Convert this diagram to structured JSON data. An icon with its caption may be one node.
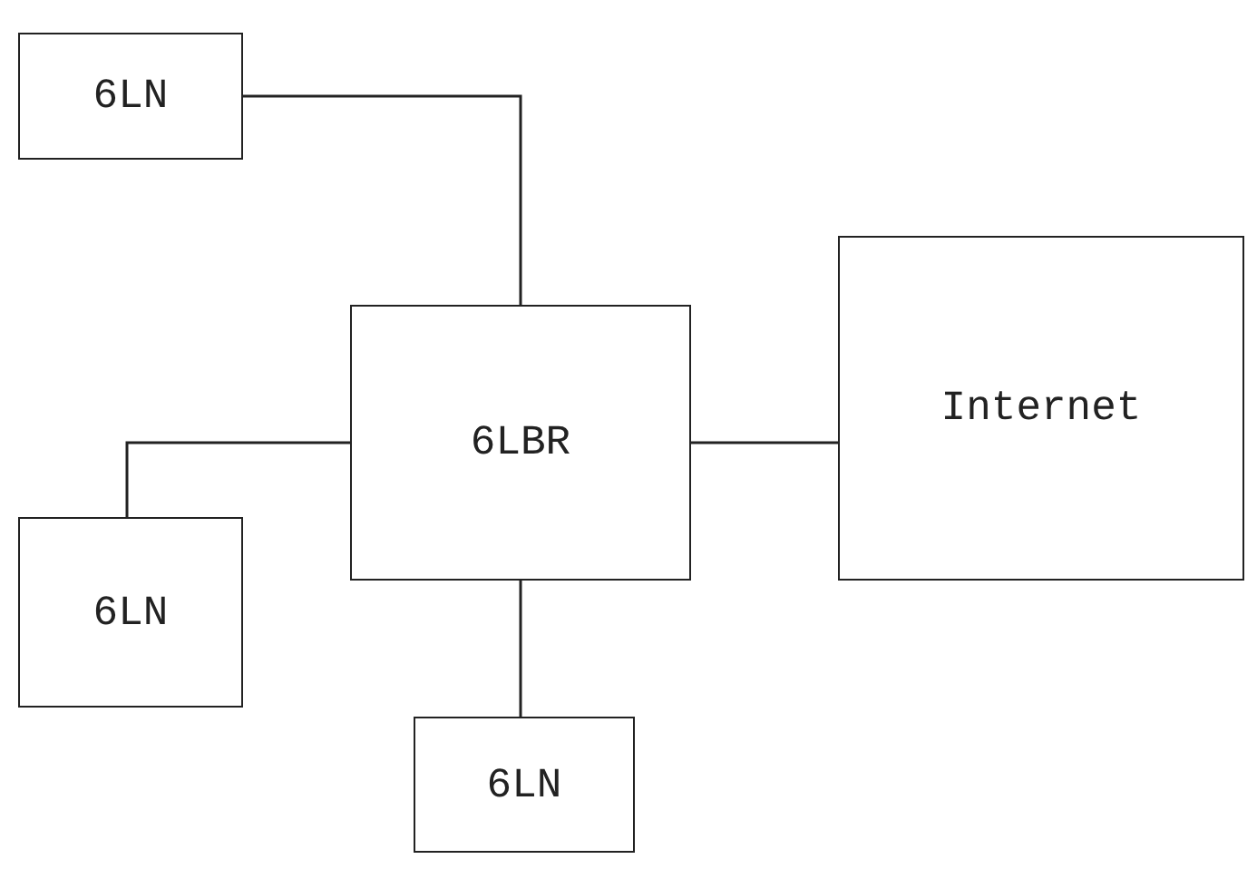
{
  "diagram": {
    "nodes": [
      {
        "text": [
          "6LN"
        ]
      },
      {
        "text": [
          "6LBR"
        ]
      },
      {
        "text": [
          "Internet"
        ]
      },
      {
        "text": [
          "6LN"
        ]
      },
      {
        "text": [
          "6LN"
        ]
      }
    ],
    "edges": [
      {
        "from": 0,
        "to": 1,
        "arrow": "none"
      },
      {
        "from": 1,
        "to": 2,
        "arrow": "none"
      },
      {
        "from": 1,
        "to": 3,
        "arrow": "none"
      },
      {
        "from": 1,
        "to": 4,
        "arrow": "none"
      }
    ]
  }
}
